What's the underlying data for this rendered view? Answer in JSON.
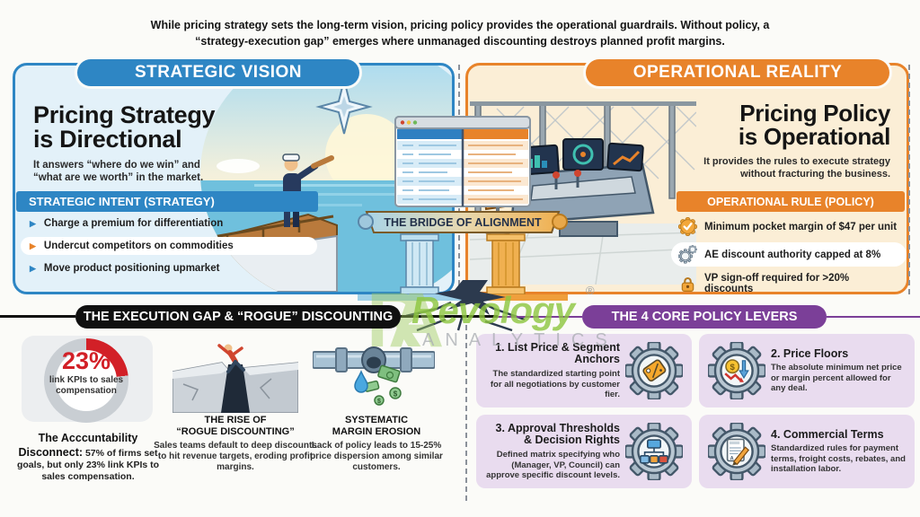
{
  "intro": {
    "line1": "While pricing strategy sets the long-term vision, pricing policy provides the operational guardrails. Without policy, a",
    "line2": "“strategy-execution gap” emerges where unmanaged discounting destroys planned profit margins."
  },
  "strategic": {
    "banner": "STRATEGIC VISION",
    "heading_line1": "Pricing Strategy",
    "heading_line2": "is Directional",
    "sub_line1": "It answers “where do we win” and",
    "sub_line2": "“what are we worth” in the market.",
    "bar_label": "STRATEGIC INTENT (STRATEGY)",
    "items": [
      {
        "label": "Charge a premium for differentiation"
      },
      {
        "label": "Undercut competitors on commodities"
      },
      {
        "label": "Move product positioning upmarket"
      }
    ]
  },
  "operational": {
    "banner": "OPERATIONAL REALITY",
    "heading_line1": "Pricing Policy",
    "heading_line2": "is Operational",
    "sub_line1": "It provides the rules to execute strategy",
    "sub_line2": "without fracturing the business.",
    "bar_label": "OPERATIONAL RULE (POLICY)",
    "items": [
      {
        "label": "Minimum pocket margin of $47 per unit",
        "icon": "badge"
      },
      {
        "label": "AE discount authority capped at 8%",
        "icon": "gears"
      },
      {
        "label": "VP sign-off required for >20% discounts",
        "icon": "lock"
      }
    ]
  },
  "bridge": {
    "label": "THE BRIDGE OF ALIGNMENT"
  },
  "execution_gap": {
    "header": "THE EXECUTION GAP & “ROGUE” DISCOUNTING",
    "gauge": {
      "value": "23%",
      "percent": 23,
      "cap_line1": "link KPIs to sales",
      "cap_line2": "compensation"
    },
    "stat_title": "The Acccuntability Disconnect:",
    "stat_body": "57% of firms set goals, but only 23% link KPIs to sales compensation.",
    "rise": {
      "title_line1": "THE RISE OF",
      "title_line2": "“ROGUE DISCOUNTING”",
      "body": "Sales teams default to deep discounts to hit revenue targets, eroding profit margins."
    },
    "erosion": {
      "title_line1": "SYSTEMATIC",
      "title_line2": "MARGIN EROSION",
      "body": "Lack of policy leads to 15-25% price dispersion among similar customers."
    }
  },
  "policy_levers": {
    "header": "THE 4 CORE POLICY LEVERS",
    "cards": [
      {
        "title": "1. List Price & Segment Anchors",
        "body": "The standardized starting point for all negotiations by customer fier."
      },
      {
        "title": "2. Price Floors",
        "body": "The absolute minimum net price or margin percent allowed for any deal."
      },
      {
        "title": "3. Approval Thresholds & Decision Rights",
        "body": "Defined matrix specifying who (Manager, VP, Council) can approve specific discount levels."
      },
      {
        "title": "4. Commercial Terms",
        "body": "Standardized rules for payment terms, froight costs, rebates, and installation labor."
      }
    ]
  },
  "watermark": {
    "monogram": "RA",
    "brand": "Revology",
    "reg": "®",
    "sub": "ANALYTICS"
  },
  "colors": {
    "blue": "#2e86c4",
    "orange": "#e8832a",
    "purple": "#7b3f98",
    "red": "#d22027",
    "green": "#8dc63f",
    "black": "#101010"
  }
}
